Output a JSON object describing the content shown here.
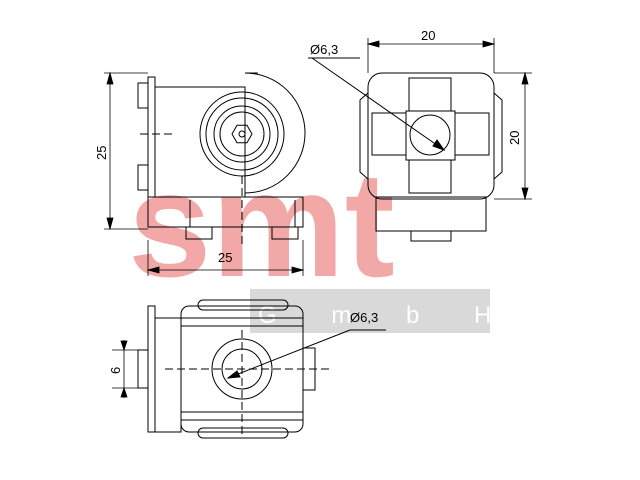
{
  "watermark": {
    "logo_text": "smt",
    "sub_text": "G m b H",
    "logo_color": "#f3a8a8",
    "band_color": "#d9d9d9"
  },
  "drawing": {
    "line_color": "#000000",
    "dim_color": "#000000"
  },
  "dimensions": {
    "side_height": "25",
    "side_width": "25",
    "front_width": "20",
    "front_height": "20",
    "front_bore": "Ø6,3",
    "top_bore": "Ø6,3",
    "top_slot": "6"
  }
}
